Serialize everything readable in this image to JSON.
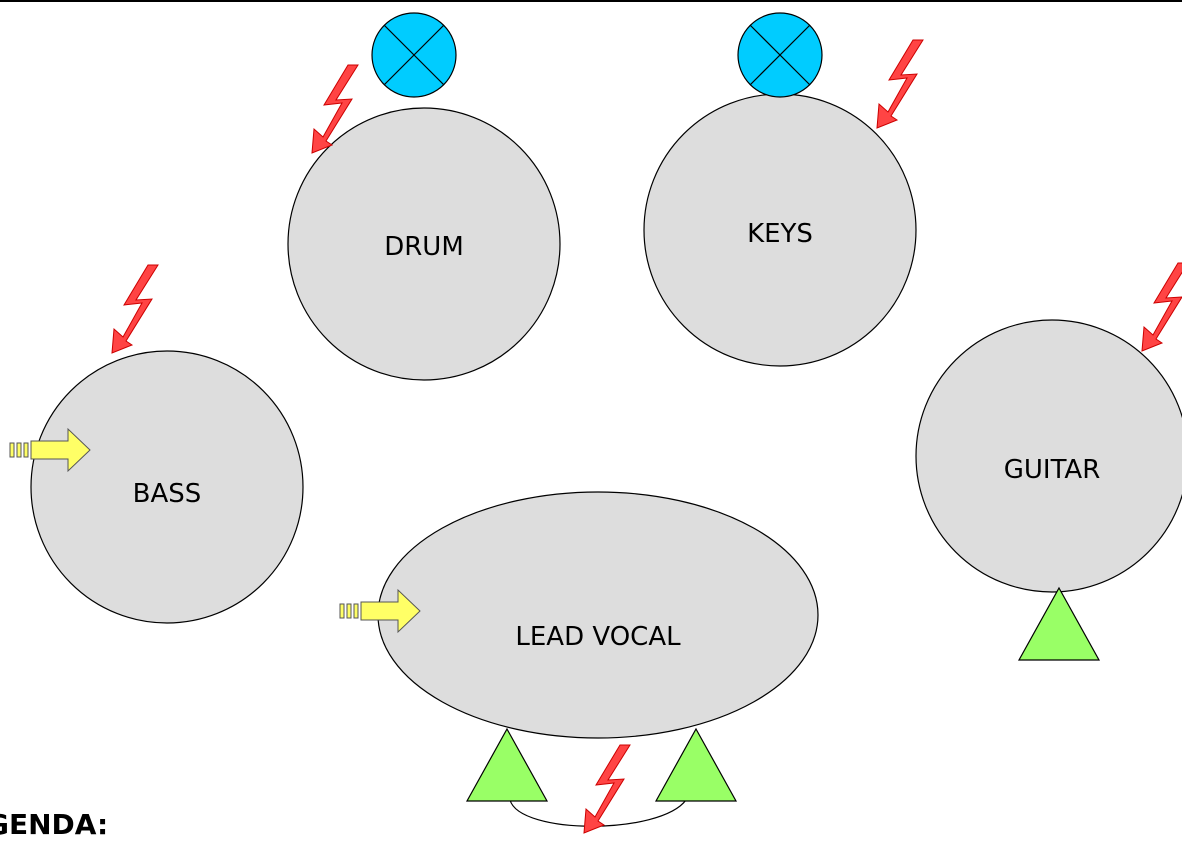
{
  "stage_plot": {
    "positions": {
      "drum": "DRUM",
      "keys": "KEYS",
      "bass": "BASS",
      "guitar": "GUITAR",
      "lead_vocal": "LEAD VOCAL"
    },
    "legend_label": "GENDA:",
    "colors": {
      "position_fill": "#dddddd",
      "outline": "#000000",
      "power": "#ff4444",
      "di_input": "#ffff66",
      "monitor_wedge": "#99ff66",
      "light": "#00ccff"
    },
    "icons": {
      "power": "lightning-bolt-icon",
      "di_input": "striped-arrow-icon",
      "monitor": "triangle-wedge-icon",
      "light": "circle-cross-light-icon"
    }
  }
}
